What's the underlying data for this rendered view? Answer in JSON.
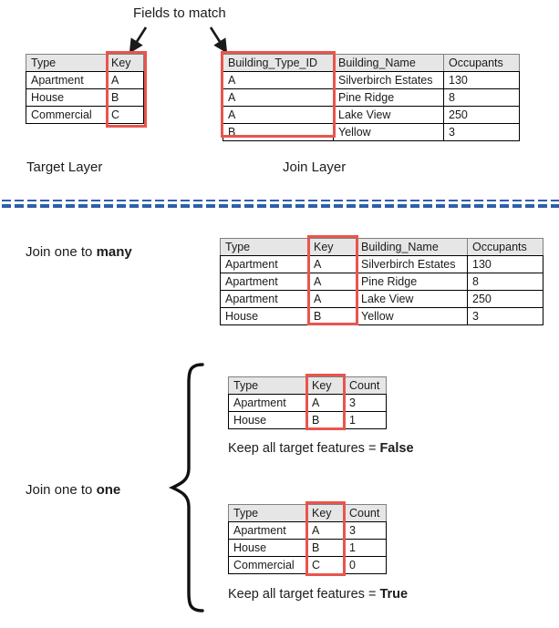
{
  "title_note": "Fields to match",
  "labels": {
    "target_layer": "Target Layer",
    "join_layer": "Join Layer",
    "join_one_to_many_prefix": "Join one to ",
    "join_one_to_many_emph": "many",
    "join_one_to_one_prefix": "Join one to ",
    "join_one_to_one_emph": "one",
    "keep_false_prefix": "Keep all target features = ",
    "keep_false_emph": "False",
    "keep_true_prefix": "Keep all target features = ",
    "keep_true_emph": "True"
  },
  "colors": {
    "highlight": "#e8554e",
    "header_fill": "#e6e6e6",
    "divider_blue": "#2e5fac",
    "grid": "#000000",
    "text": "#1a1a1a"
  },
  "tables": {
    "target": {
      "name": "target-layer-table",
      "headers": [
        "Type",
        "Key"
      ],
      "rows": [
        [
          "Apartment",
          "A"
        ],
        [
          "House",
          "B"
        ],
        [
          "Commercial",
          "C"
        ]
      ],
      "highlight_column": "Key"
    },
    "join": {
      "name": "join-layer-table",
      "headers": [
        "Building_Type_ID",
        "Building_Name",
        "Occupants"
      ],
      "rows": [
        [
          "A",
          "Silverbirch Estates",
          "130"
        ],
        [
          "A",
          "Pine Ridge",
          "8"
        ],
        [
          "A",
          "Lake View",
          "250"
        ],
        [
          "B",
          "Yellow",
          "3"
        ]
      ],
      "highlight_column": "Building_Type_ID"
    },
    "one_to_many": {
      "name": "join-one-to-many-table",
      "headers": [
        "Type",
        "Key",
        "Building_Name",
        "Occupants"
      ],
      "rows": [
        [
          "Apartment",
          "A",
          "Silverbirch Estates",
          "130"
        ],
        [
          "Apartment",
          "A",
          "Pine Ridge",
          "8"
        ],
        [
          "Apartment",
          "A",
          "Lake View",
          "250"
        ],
        [
          "House",
          "B",
          "Yellow",
          "3"
        ]
      ],
      "highlight_column": "Key"
    },
    "one_to_one_false": {
      "name": "join-one-to-one-false-table",
      "headers": [
        "Type",
        "Key",
        "Count"
      ],
      "rows": [
        [
          "Apartment",
          "A",
          "3"
        ],
        [
          "House",
          "B",
          "1"
        ]
      ],
      "highlight_column": "Key"
    },
    "one_to_one_true": {
      "name": "join-one-to-one-true-table",
      "headers": [
        "Type",
        "Key",
        "Count"
      ],
      "rows": [
        [
          "Apartment",
          "A",
          "3"
        ],
        [
          "House",
          "B",
          "1"
        ],
        [
          "Commercial",
          "C",
          "0"
        ]
      ],
      "highlight_column": "Key"
    }
  },
  "annotations": {
    "arrow_left_name": "arrow-to-target-key",
    "arrow_right_name": "arrow-to-join-key",
    "brace_name": "curly-brace-one-to-one",
    "divider_name": "section-divider"
  }
}
